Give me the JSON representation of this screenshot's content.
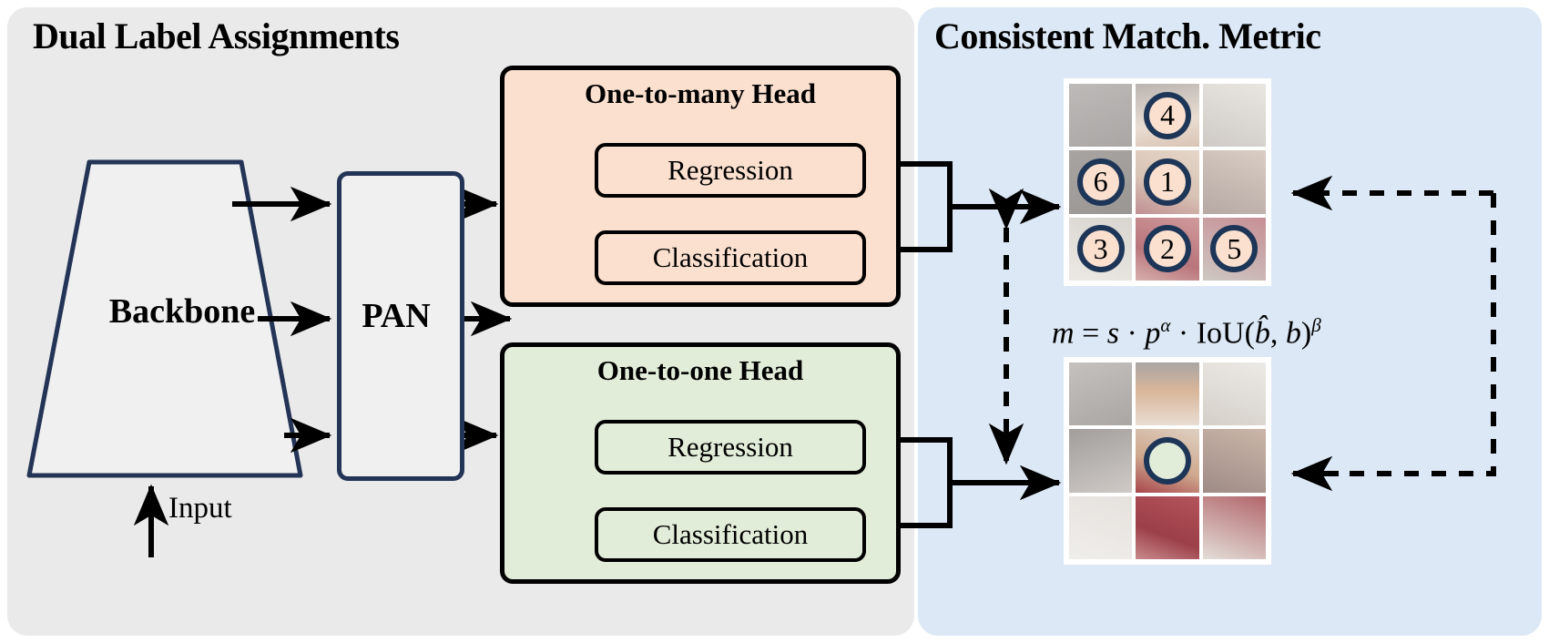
{
  "panels": {
    "left": {
      "title": "Dual Label Assignments",
      "bg": "#eaeaea"
    },
    "right": {
      "title": "Consistent Match. Metric",
      "bg": "#dce8f5"
    }
  },
  "backbone": {
    "label": "Backbone",
    "border": "#233456"
  },
  "pan": {
    "label": "PAN",
    "border": "#233456"
  },
  "input": {
    "label": "Input"
  },
  "heads": [
    {
      "id": "one-to-many",
      "title": "One-to-many Head",
      "bg": "#fbe0cf",
      "branches": [
        {
          "label": "Regression"
        },
        {
          "label": "Classification"
        }
      ]
    },
    {
      "id": "one-to-one",
      "title": "One-to-one Head",
      "bg": "#e2edd9",
      "branches": [
        {
          "label": "Regression"
        },
        {
          "label": "Classification"
        }
      ]
    }
  ],
  "formula": {
    "text": "m = s · p^α · IoU(b̂, b)^β",
    "lhs": "m",
    "eq": "=",
    "terms": [
      "s",
      "p",
      "IoU(",
      "b̂",
      ", ",
      "b",
      ")"
    ],
    "exponents": {
      "p": "α",
      "iou": "β"
    }
  },
  "match_grids": [
    {
      "id": "one-to-many-grid",
      "marker_color": "#fbe0cf",
      "marker_border": "#1d3557",
      "cells": [
        {
          "row": 0,
          "col": 0,
          "marker": null
        },
        {
          "row": 0,
          "col": 1,
          "marker": "4"
        },
        {
          "row": 0,
          "col": 2,
          "marker": null
        },
        {
          "row": 1,
          "col": 0,
          "marker": "6"
        },
        {
          "row": 1,
          "col": 1,
          "marker": "1"
        },
        {
          "row": 1,
          "col": 2,
          "marker": null
        },
        {
          "row": 2,
          "col": 0,
          "marker": "3"
        },
        {
          "row": 2,
          "col": 1,
          "marker": "2"
        },
        {
          "row": 2,
          "col": 2,
          "marker": "5"
        }
      ]
    },
    {
      "id": "one-to-one-grid",
      "marker_color": "#e2edd9",
      "marker_border": "#1d3557",
      "cells": [
        {
          "row": 0,
          "col": 0,
          "marker": null
        },
        {
          "row": 0,
          "col": 1,
          "marker": null
        },
        {
          "row": 0,
          "col": 2,
          "marker": null
        },
        {
          "row": 1,
          "col": 0,
          "marker": null
        },
        {
          "row": 1,
          "col": 1,
          "marker": ""
        },
        {
          "row": 1,
          "col": 2,
          "marker": null
        },
        {
          "row": 2,
          "col": 0,
          "marker": null
        },
        {
          "row": 2,
          "col": 1,
          "marker": null
        },
        {
          "row": 2,
          "col": 2,
          "marker": null
        }
      ]
    }
  ],
  "icon_names": [
    "arrow-right-icon",
    "arrow-up-icon",
    "dashed-arrow-icon",
    "double-arrow-icon"
  ]
}
